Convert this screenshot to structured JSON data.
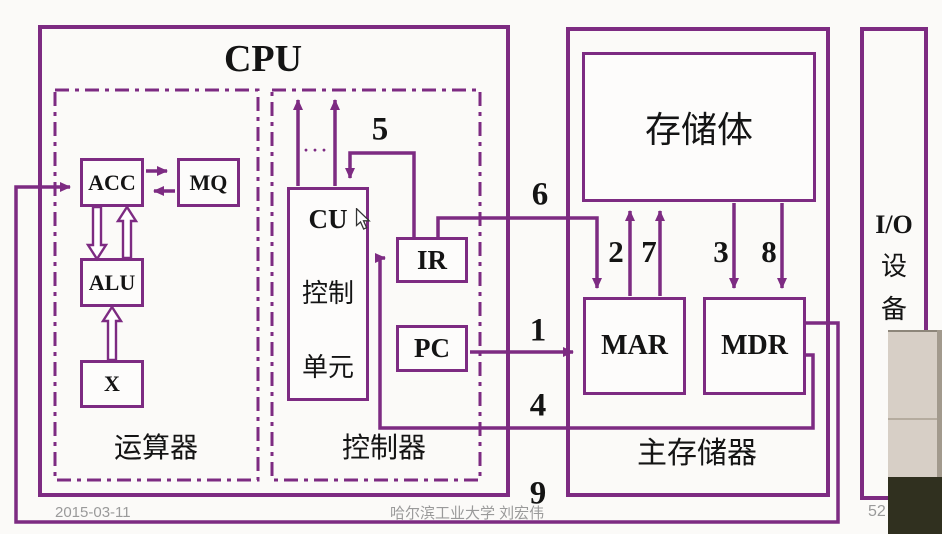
{
  "slide": {
    "cpu": {
      "title": "CPU",
      "arith_section_label": "运算器",
      "ctrl_section_label": "控制器",
      "boxes": {
        "acc": "ACC",
        "mq": "MQ",
        "alu": "ALU",
        "x": "X",
        "ir": "IR",
        "pc": "PC"
      },
      "cu": {
        "line1": "CU",
        "line2": "控制",
        "line3": "单元",
        "dots": "···"
      }
    },
    "memory": {
      "title": "主存储器",
      "body": "存储体",
      "mar": "MAR",
      "mdr": "MDR"
    },
    "io": {
      "line1": "I/O",
      "line2": "设",
      "line3": "备"
    },
    "steps": {
      "s1": "1",
      "s2": "2",
      "s3": "3",
      "s4": "4",
      "s5": "5",
      "s6": "6",
      "s7": "7",
      "s8": "8",
      "s9": "9"
    },
    "colors": {
      "line_purple": "#7d2b82",
      "text": "#141414",
      "footer_gray": "#9a9a9a"
    }
  },
  "footer": {
    "date": "2015-03-11",
    "author": "哈尔滨工业大学  刘宏伟",
    "page": "52"
  }
}
